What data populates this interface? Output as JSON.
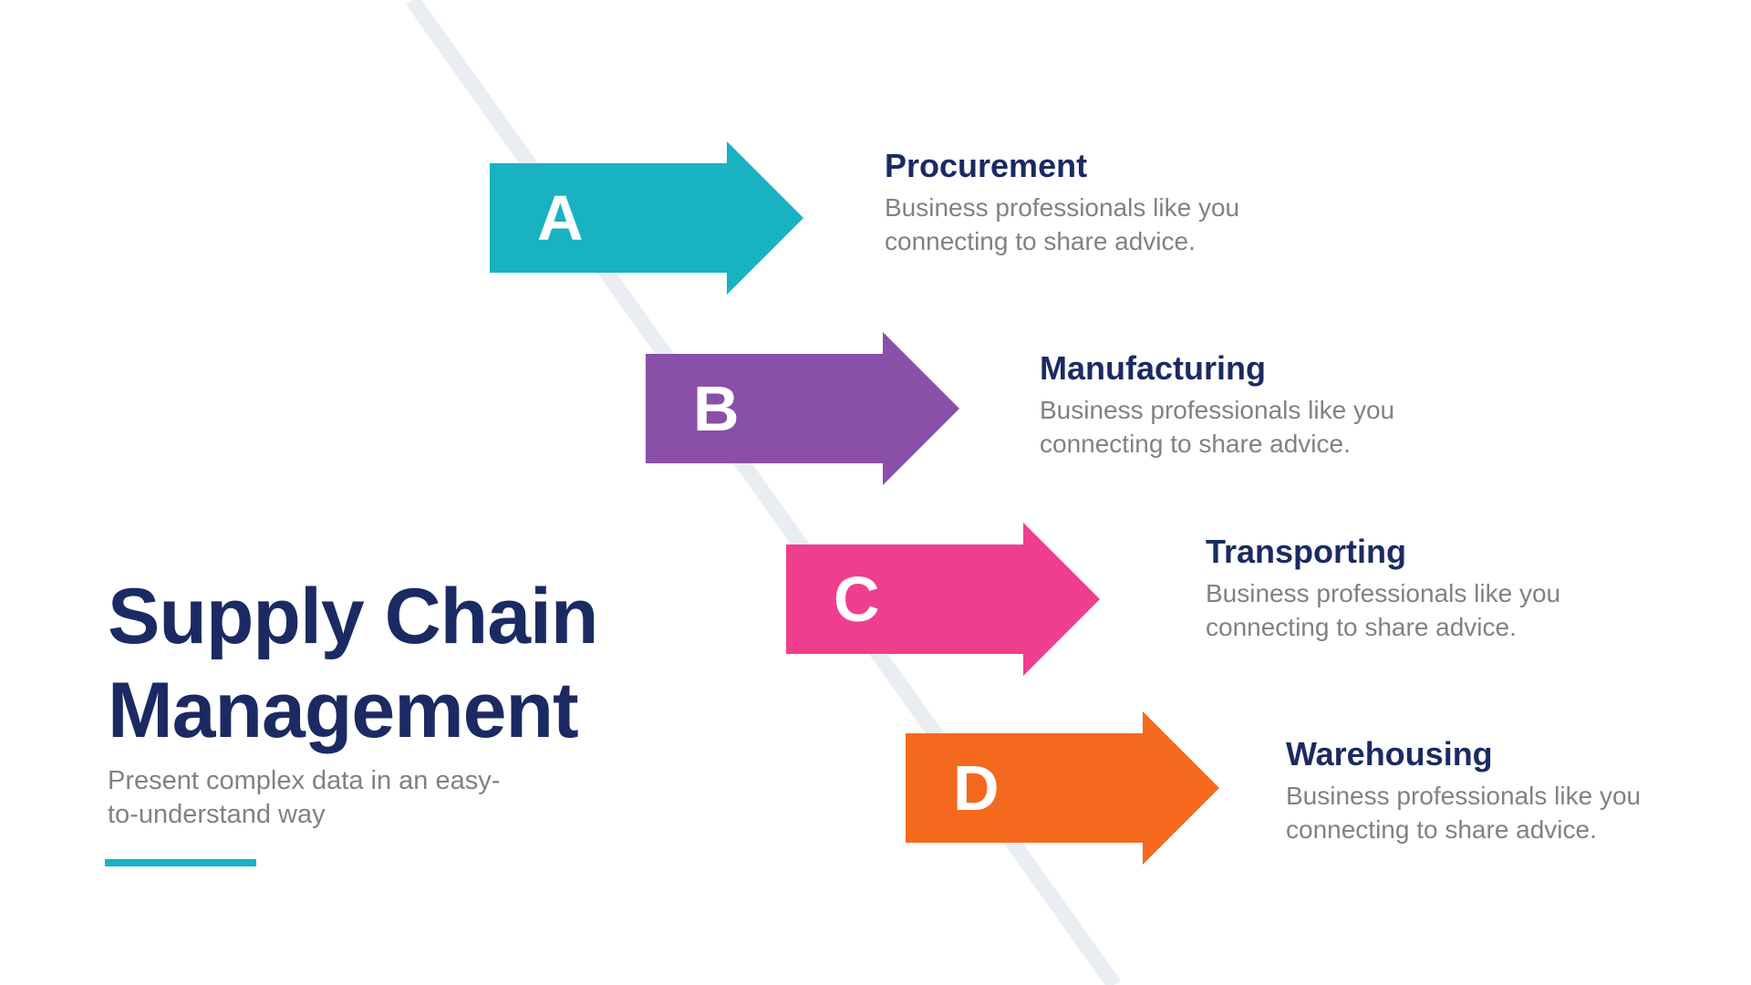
{
  "page": {
    "title": "Supply Chain Management",
    "subtitle_lines": [
      "Present complex data in an easy-",
      "to-understand way"
    ]
  },
  "colors": {
    "navy_text": "#1B2A63",
    "gray_text": "#7F8285",
    "accent_rule": "#18B2C2",
    "diagonal_line": "#EAEEF3",
    "arrow_letter": "#FFFFFF"
  },
  "steps": [
    {
      "letter": "A",
      "label": "Procurement",
      "color": "#18B2C2",
      "desc_lines": [
        "Business professionals like you",
        "connecting to share advice."
      ]
    },
    {
      "letter": "B",
      "label": "Manufacturing",
      "color": "#8A4FA8",
      "desc_lines": [
        "Business professionals like you",
        "connecting to share advice."
      ]
    },
    {
      "letter": "C",
      "label": "Transporting",
      "color": "#EF3E8E",
      "desc_lines": [
        "Business professionals like you",
        "connecting to share advice."
      ]
    },
    {
      "letter": "D",
      "label": "Warehousing",
      "color": "#F5691E",
      "desc_lines": [
        "Business professionals like you",
        "connecting to share advice."
      ]
    }
  ]
}
